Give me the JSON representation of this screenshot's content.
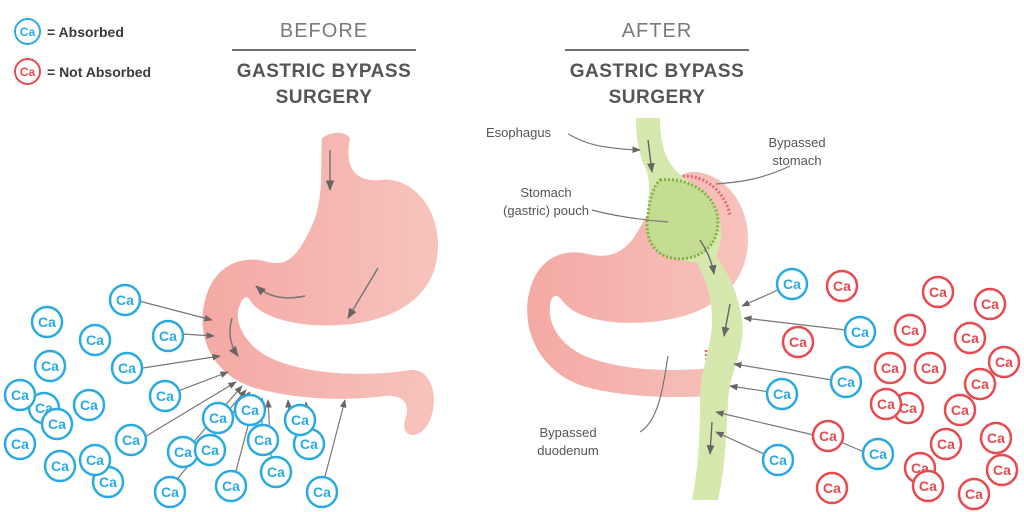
{
  "legend": {
    "badge_text": "Ca",
    "absorbed_label": "= Absorbed",
    "not_absorbed_label": "= Not Absorbed",
    "absorbed_color": "#29ABE2",
    "not_absorbed_color": "#E84A4F"
  },
  "before": {
    "super_title": "BEFORE",
    "title_line1": "GASTRIC BYPASS",
    "title_line2": "SURGERY",
    "molecule_count": 27
  },
  "after": {
    "super_title": "AFTER",
    "title_line1": "GASTRIC BYPASS",
    "title_line2": "SURGERY",
    "labels": {
      "esophagus": "Esophagus",
      "bypassed_stomach_1": "Bypassed",
      "bypassed_stomach_2": "stomach",
      "pouch_1": "Stomach",
      "pouch_2": "(gastric) pouch",
      "duodenum_1": "Bypassed",
      "duodenum_2": "duodenum"
    },
    "absorbed_count": 6,
    "not_absorbed_count": 21
  },
  "colors": {
    "stomach": "#F6B8B2",
    "stomach_light": "#FAD3CD",
    "green_tract": "#D6E8AE",
    "green_dark": "#7FB241",
    "staple": "#E8667A",
    "arrow": "#666666"
  }
}
